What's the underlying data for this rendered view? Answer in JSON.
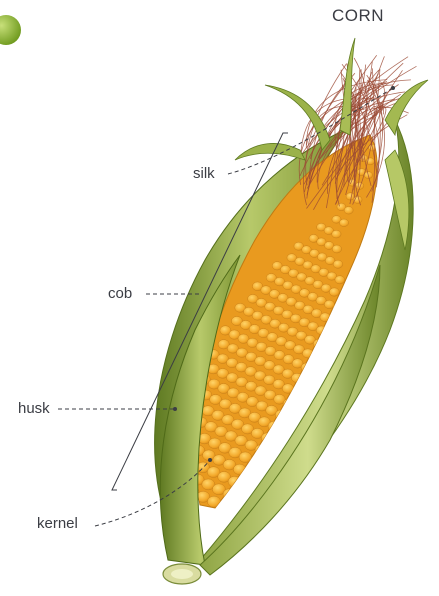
{
  "title": "CORN",
  "labels": {
    "silk": "silk",
    "cob": "cob",
    "husk": "husk",
    "kernel": "kernel"
  },
  "colors": {
    "husk_dark": "#6f8a2c",
    "husk_light": "#b9c96a",
    "kernel": "#f3a82a",
    "kernel_shade": "#d98a17",
    "silk": "#9b4a34",
    "text": "#3b3d44"
  }
}
